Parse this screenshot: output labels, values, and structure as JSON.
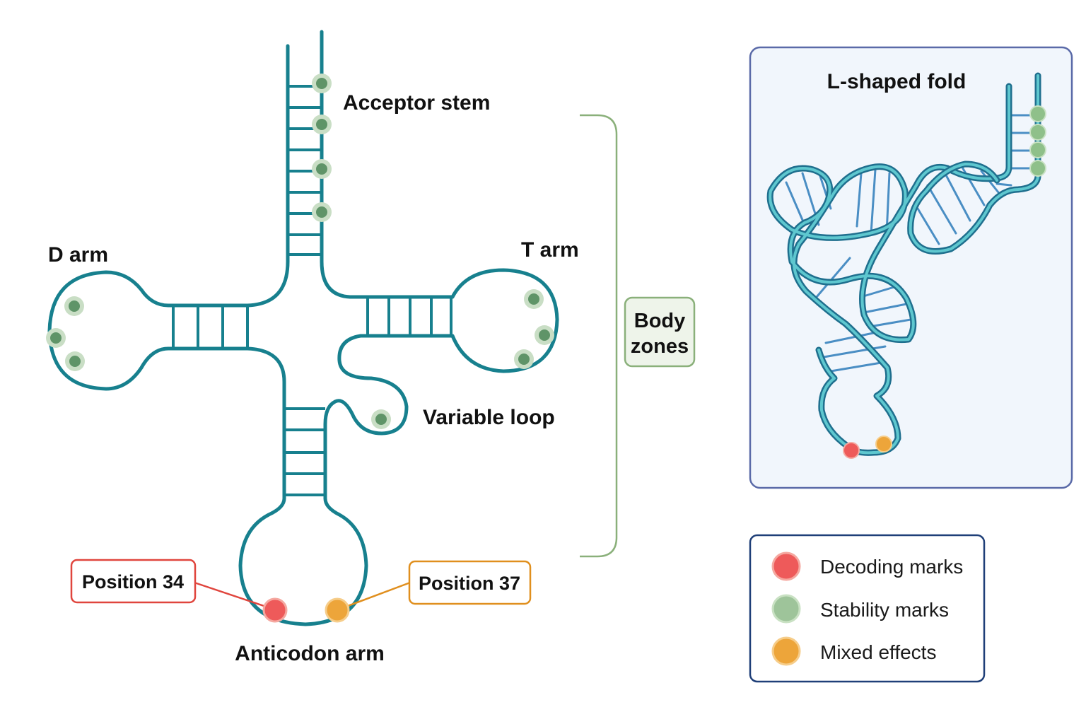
{
  "labels": {
    "acceptor_stem": "Acceptor stem",
    "d_arm": "D arm",
    "t_arm": "T arm",
    "variable_loop": "Variable loop",
    "anticodon_arm": "Anticodon arm"
  },
  "callouts": {
    "position_34": "Position 34",
    "position_37": "Position 37"
  },
  "bracket": {
    "line1": "Body",
    "line2": "zones"
  },
  "inset": {
    "title": "L-shaped fold"
  },
  "legend": {
    "items": [
      {
        "label": "Decoding marks",
        "color": "#ee5a5a"
      },
      {
        "label": "Stability marks",
        "color": "#9ec49a"
      },
      {
        "label": "Mixed effects",
        "color": "#eda53a"
      }
    ]
  },
  "colors": {
    "backbone": "#17808e",
    "decoding": "#ee5a5a",
    "stability": "#9ec49a",
    "mixed": "#eda53a",
    "bracket": "#8ab07a",
    "inset_border": "#5a6aa8",
    "legend_border": "#1f3f78"
  }
}
